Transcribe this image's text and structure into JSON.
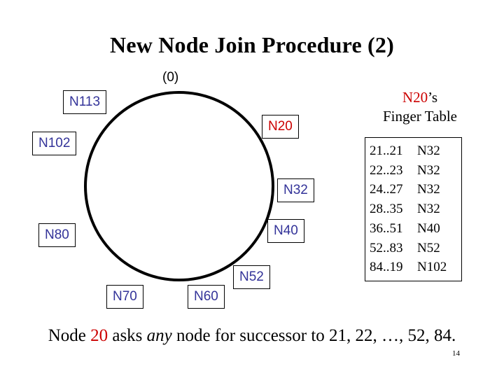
{
  "slide": {
    "title": "New Node Join Procedure (2)",
    "page_number": "14"
  },
  "ring": {
    "origin_label": "(0)",
    "colors": {
      "node_text": "#333399",
      "new_node_text": "#CC0000",
      "ring_stroke": "#000000"
    },
    "nodes": [
      {
        "id": "n113",
        "label": "N113",
        "new": false
      },
      {
        "id": "n102",
        "label": "N102",
        "new": false
      },
      {
        "id": "n20",
        "label": "N20",
        "new": true
      },
      {
        "id": "n32",
        "label": "N32",
        "new": false
      },
      {
        "id": "n40",
        "label": "N40",
        "new": false
      },
      {
        "id": "n80",
        "label": "N80",
        "new": false
      },
      {
        "id": "n52",
        "label": "N52",
        "new": false
      },
      {
        "id": "n70",
        "label": "N70",
        "new": false
      },
      {
        "id": "n60",
        "label": "N60",
        "new": false
      }
    ]
  },
  "finger_table": {
    "owner": "N20",
    "owner_suffix": "’s",
    "heading_line2": "Finger Table",
    "rows": [
      {
        "range": "21..21",
        "node": "N32"
      },
      {
        "range": "22..23",
        "node": "N32"
      },
      {
        "range": "24..27",
        "node": "N32"
      },
      {
        "range": "28..35",
        "node": "N32"
      },
      {
        "range": "36..51",
        "node": "N40"
      },
      {
        "range": "52..83",
        "node": "N52"
      },
      {
        "range": "84..19",
        "node": "N102"
      }
    ]
  },
  "caption": {
    "part1": "Node ",
    "highlight": "20",
    "part2": " asks ",
    "emphasis": "any",
    "part3": " node for successor to 21, 22, …, 52, 84."
  }
}
